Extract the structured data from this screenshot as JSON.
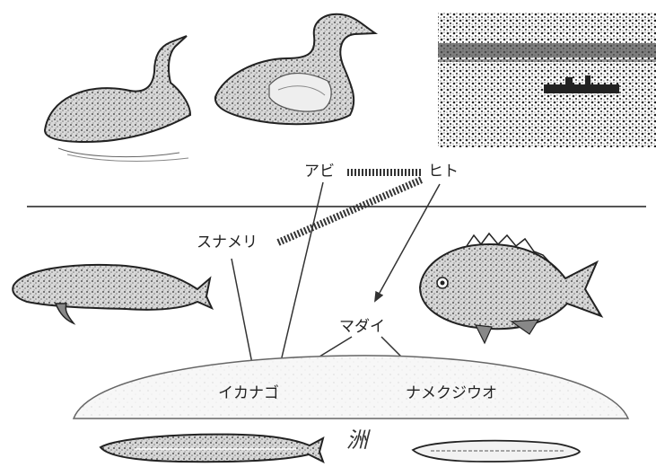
{
  "labels": {
    "abi": "アビ",
    "hito": "ヒト",
    "sunameri": "スナメリ",
    "madai": "マダイ",
    "ikanago": "イカナゴ",
    "namekujiuo": "ナメクジウオ",
    "su": "洲"
  },
  "relations": [
    {
      "from": "abi",
      "to": "hito",
      "type": "competition"
    },
    {
      "from": "sunameri",
      "to": "hito",
      "type": "competition"
    },
    {
      "from": "abi",
      "to": "ikanago",
      "type": "predation"
    },
    {
      "from": "sunameri",
      "to": "ikanago",
      "type": "predation"
    },
    {
      "from": "hito",
      "to": "madai",
      "type": "predation"
    },
    {
      "from": "madai",
      "to": "ikanago",
      "type": "predation"
    },
    {
      "from": "madai",
      "to": "namekujiuo",
      "type": "predation"
    }
  ],
  "illustrations": [
    "loon-bird-left",
    "loon-bird-right",
    "fishing-boat-photo",
    "finless-porpoise",
    "red-sea-bream",
    "sand-lance-fish",
    "lancelet"
  ]
}
